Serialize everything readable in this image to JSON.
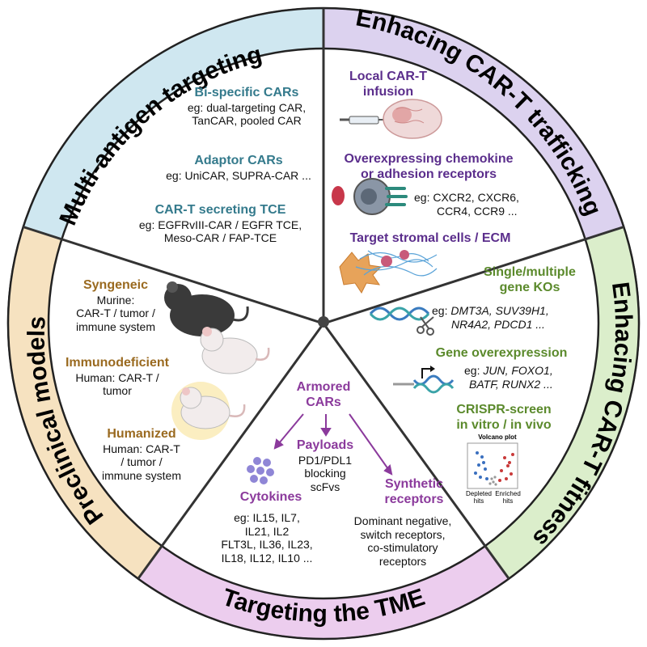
{
  "ring": {
    "top_left": "Multi-antigen targeting",
    "top_right": "Enhacing CAR-T trafficking",
    "right": "Enhacing CAR-T fitness",
    "bottom": "Targeting the TME",
    "left": "Preclinical models"
  },
  "colors": {
    "blue_band": "#cfe7f0",
    "purple_band": "#dcd2ef",
    "green_band": "#dbeecb",
    "pink_band": "#eccdee",
    "tan_band": "#f6e2c0",
    "teal_heading": "#347a8c",
    "purple_heading": "#5b2e8c",
    "green_heading": "#5b8a2c",
    "tan_heading": "#9a6a20",
    "magenta_heading": "#8b3a9c"
  },
  "multi_antigen": {
    "bispecific": {
      "title": "Bi-specific CARs",
      "line1": "eg: dual-targeting CAR,",
      "line2": "TanCAR, pooled CAR"
    },
    "adaptor": {
      "title": "Adaptor CARs",
      "line1": "eg: UniCAR, SUPRA-CAR ..."
    },
    "tce": {
      "title": "CAR-T secreting TCE",
      "line1": "eg: EGFRvIII-CAR / EGFR TCE,",
      "line2": "Meso-CAR / FAP-TCE"
    }
  },
  "trafficking": {
    "local": {
      "line1": "Local CAR-T",
      "line2": "infusion"
    },
    "chemokine": {
      "line1": "Overexpressing chemokine",
      "line2": "or adhesion receptors",
      "eg1": "eg: CXCR2, CXCR6,",
      "eg2": "CCR4, CCR9 ..."
    },
    "stromal": {
      "title": "Target stromal cells / ECM"
    }
  },
  "fitness": {
    "kos": {
      "line1": "Single/multiple",
      "line2": "gene KOs",
      "eg1": "eg:",
      "g1": "DMT3A, SUV39H1,",
      "g2": "NR4A2, PDCD1 ..."
    },
    "overexp": {
      "title": "Gene overexpression",
      "eg1": "eg:",
      "g1": "JUN, FOXO1,",
      "g2": "BATF, RUNX2 ..."
    },
    "crispr": {
      "line1": "CRISPR-screen",
      "line2": "in vitro / in vivo"
    },
    "volcano": {
      "title": "Volcano plot",
      "depleted1": "Depleted",
      "depleted2": "hits",
      "enriched1": "Enriched",
      "enriched2": "hits"
    }
  },
  "tme": {
    "armored": {
      "line1": "Armored",
      "line2": "CARs"
    },
    "payloads": {
      "title": "Payloads",
      "line1": "PD1/PDL1",
      "line2": "blocking",
      "line3": "scFvs"
    },
    "cytokines": {
      "title": "Cytokines",
      "line1": "eg: IL15, IL7,",
      "line2": "IL21, IL2",
      "line3": "FLT3L, IL36, IL23,",
      "line4": "IL18, IL12, IL10 ..."
    },
    "synthetic": {
      "line1": "Synthetic",
      "line2": "receptors",
      "d1": "Dominant negative,",
      "d2": "switch receptors,",
      "d3": "co-stimulatory",
      "d4": "receptors"
    }
  },
  "preclinical": {
    "syngeneic": {
      "title": "Syngeneic",
      "line1": "Murine:",
      "line2": "CAR-T / tumor /",
      "line3": "immune system"
    },
    "immunodeficient": {
      "title": "Immunodeficient",
      "line1": "Human: CAR-T /",
      "line2": "tumor"
    },
    "humanized": {
      "title": "Humanized",
      "line1": "Human: CAR-T",
      "line2": "/ tumor /",
      "line3": "immune system"
    }
  }
}
